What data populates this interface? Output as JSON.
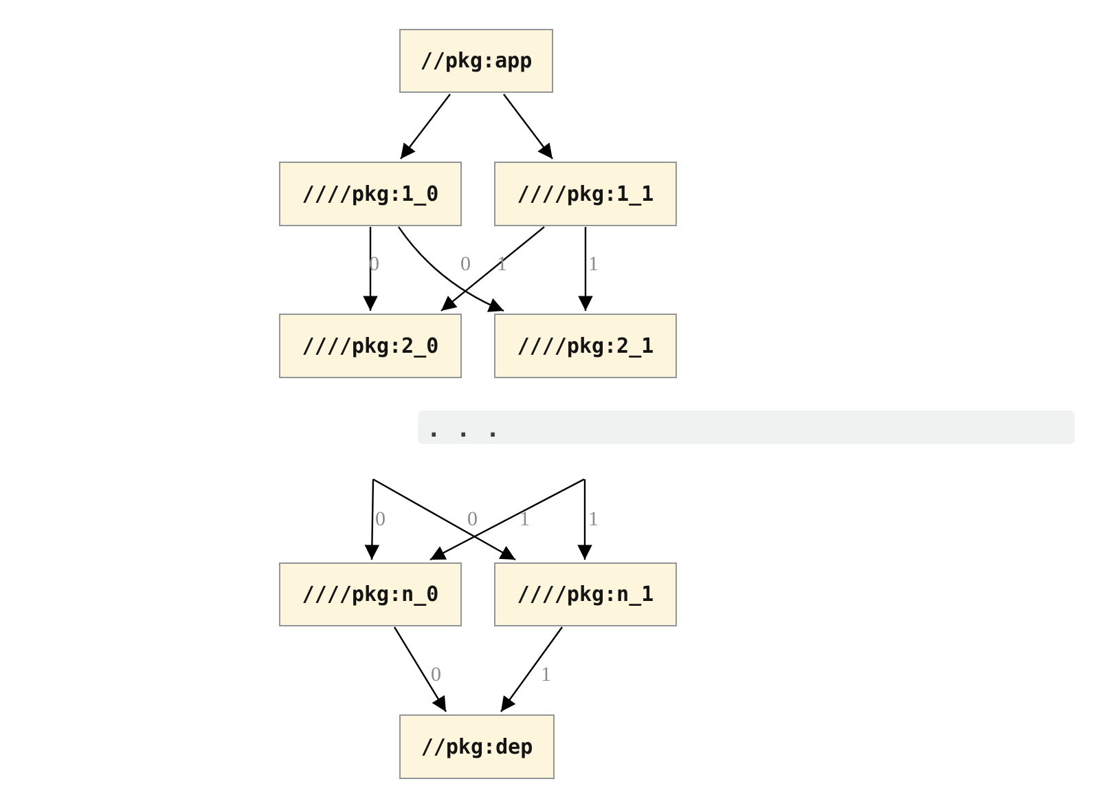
{
  "colors": {
    "node_fill": "#fdf5dc",
    "node_border": "#929699",
    "edge": "#000000",
    "edge_label": "#8b8b8b",
    "band_bg": "#f0f1f1",
    "page_bg": "#ffffff"
  },
  "diagram_top": {
    "nodes": {
      "app": "//pkg:app",
      "dep_1_0": "////pkg:1_0",
      "dep_1_1": "////pkg:1_1",
      "dep_2_0": "////pkg:2_0",
      "dep_2_1": "////pkg:2_1"
    },
    "edges": [
      {
        "from": "//pkg:app",
        "to": "////pkg:1_0",
        "label": ""
      },
      {
        "from": "//pkg:app",
        "to": "////pkg:1_1",
        "label": ""
      },
      {
        "from": "////pkg:1_0",
        "to": "////pkg:2_0",
        "label": "0"
      },
      {
        "from": "////pkg:1_1",
        "to": "////pkg:2_0",
        "label": "0"
      },
      {
        "from": "////pkg:1_0",
        "to": "////pkg:2_1",
        "label": "1"
      },
      {
        "from": "////pkg:1_1",
        "to": "////pkg:2_1",
        "label": "1"
      }
    ]
  },
  "separator": {
    "text": ". . ."
  },
  "diagram_bottom": {
    "nodes": {
      "dep_n_0": "////pkg:n_0",
      "dep_n_1": "////pkg:n_1",
      "dep": "//pkg:dep"
    },
    "edges": [
      {
        "from": "...",
        "to": "////pkg:n_0",
        "label": "0"
      },
      {
        "from": "...",
        "to": "////pkg:n_0",
        "label": "0"
      },
      {
        "from": "...",
        "to": "////pkg:n_1",
        "label": "1"
      },
      {
        "from": "...",
        "to": "////pkg:n_1",
        "label": "1"
      },
      {
        "from": "////pkg:n_0",
        "to": "//pkg:dep",
        "label": "0"
      },
      {
        "from": "////pkg:n_1",
        "to": "//pkg:dep",
        "label": "1"
      }
    ]
  }
}
